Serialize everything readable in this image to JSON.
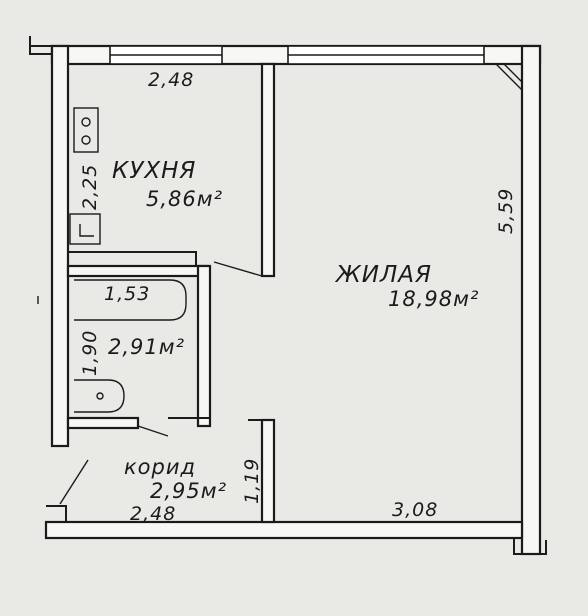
{
  "rooms": {
    "kitchen": {
      "name": "КУХНЯ",
      "area": "5,86м²",
      "width": "2,48",
      "depth": "2,25"
    },
    "living": {
      "name": "ЖИЛАЯ",
      "area": "18,98м²",
      "depth": "5,59",
      "width": "3,08"
    },
    "bathroom": {
      "area": "2,91м²",
      "width": "1,53",
      "depth": "1,90"
    },
    "corridor": {
      "name": "корид",
      "area": "2,95м²",
      "width": "2,48",
      "depth": "1,19"
    }
  },
  "colors": {
    "paper": "#e9e9e6",
    "ink": "#1b1b1b"
  }
}
